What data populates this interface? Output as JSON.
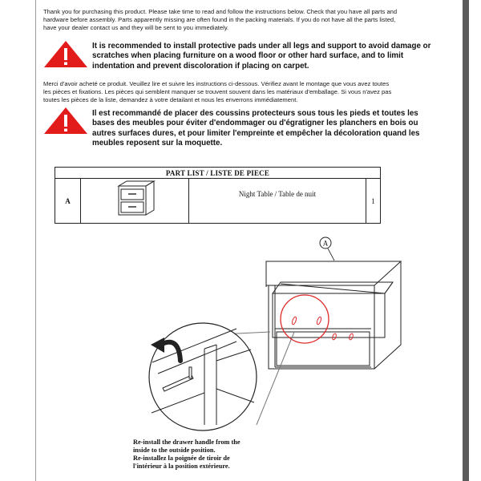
{
  "intro_en": {
    "lines": [
      "Thank you for purchasing this product. Please take time to read and follow the instructions below. Check that you have all parts and",
      "hardware before assembly. Parts apparently missing are often found in the packing materials. If you do not have all the parts listed,",
      "have your dealer contact us and they will be sent to you immediately."
    ]
  },
  "warning_en": {
    "icon": "warning-triangle-icon",
    "lines": [
      "It is recommended to install protective pads under all legs and support to avoid damage or",
      "scratches when placing furniture on a wood floor or other hard surface,  and to limit",
      "indentation and prevent discoloration if placing on carpet."
    ]
  },
  "intro_fr": {
    "lines": [
      "Merci d'avoir acheté ce produit. Veuillez lire et suivre les instructions ci-dessous. Vérifiez avant le montage que vous avez toutes",
      "les pièces et fixations. Les pièces qui semblent manquer se trouvent souvent dans les matériaux d'emballage. Si vous n'avez pas",
      "toutes les pièces de la liste, demandez à votre detailant et nous les enverrons immédiatement."
    ]
  },
  "warning_fr": {
    "icon": "warning-triangle-icon",
    "lines": [
      "Il est recommandé de placer des coussins protecteurs sous tous les pieds et toutes les",
      "bases des meubles pour éviter d'endommager ou d'égratigner les planchers en bois ou",
      "autres surfaces dures, et pour limiter l'empreinte et empêcher la décoloration quand les",
      "meubles reposent sur la moquette."
    ]
  },
  "part_list": {
    "header": "PART LIST / LISTE DE PIECE",
    "rows": [
      {
        "letter": "A",
        "name": "Night Table / Table de nuit",
        "qty": "1"
      }
    ]
  },
  "diagram": {
    "part_label": "A"
  },
  "caption": {
    "lines": [
      "Re-install the drawer handle from the",
      "inside to the outside position.",
      "Re-installez la poignée de tiroir de",
      "l'intérieur à la position extérieure."
    ]
  },
  "colors": {
    "warning_red": "#e21b1b",
    "highlight_circle": "#e02a2a",
    "page_shadow": "#5b5b5b"
  }
}
